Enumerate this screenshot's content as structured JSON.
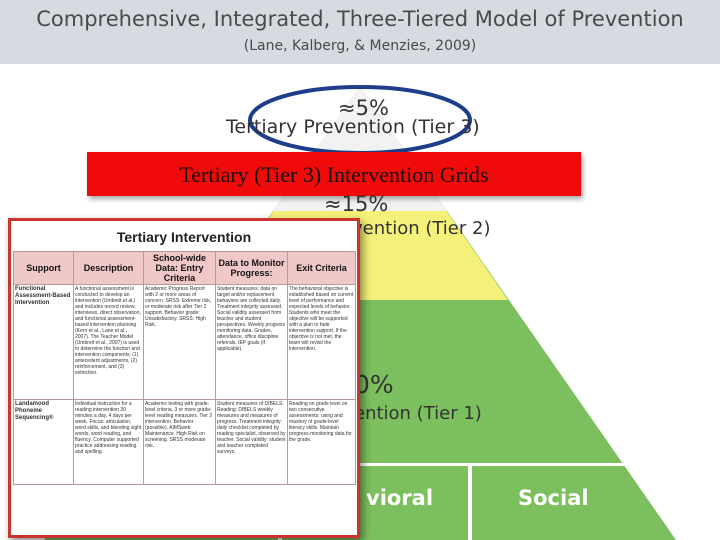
{
  "title": "Comprehensive, Integrated, Three-Tiered Model of Prevention",
  "subtitle": "(Lane, Kalberg, & Menzies, 2009)",
  "tiers": {
    "tier3": {
      "percent": "≈5%",
      "label": "Tertiary Prevention  (Tier 3)"
    },
    "tier2": {
      "percent": "≈15%",
      "label_fragment": "vention (Tier 2)"
    },
    "tier1": {
      "percent_fragment": "0%",
      "label_fragment": "ention (Tier 1)"
    }
  },
  "banner": "Tertiary (Tier 3) Intervention Grids",
  "bottom_labels": {
    "behavioral_fragment": "vioral",
    "social": "Social"
  },
  "colors": {
    "tier3": "#f2f2f2",
    "tier2": "#f4f17a",
    "tier1": "#7cbf5e",
    "banner": "#f00a0a",
    "oval": "#1e3e8c"
  },
  "card": {
    "title": "Tertiary Intervention",
    "columns": [
      "Support",
      "Description",
      "School-wide Data: Entry Criteria",
      "Data to Monitor Progress:",
      "Exit Criteria"
    ],
    "rows": [
      {
        "support": "Functional Assessment-Based Intervention",
        "description": "A functional assessment is conducted to develop an intervention (Umbreit et al.) and includes record review, interviews, direct observation, and functional assessment-based intervention planning (Kern et al., Lane et al., 2007). The Teacher Model (Umbreit et al., 2007) is used to determine the function and intervention components: (1) antecedent adjustments, (2) reinforcement, and (3) extinction.",
        "entry": "Academic Progress Report with 2 or more areas of concern. SRSS: Extreme risk, or moderate risk after Tier 2 support. Behavior grade: Unsatisfactory. SRSS: High Risk.",
        "monitor": "Student measures: data on target and/or replacement behaviors are collected daily. Treatment integrity assessed. Social validity assessed from teacher and student perspectives. Weekly progress monitoring data. Grades, attendance, office discipline referrals. IEP goals (if applicable).",
        "exit": "The behavioral objective is established based on current level of performance and expected levels of behavior. Students who meet the objective will be supported with a plan to fade intervention support. If the objective is not met, the team will revisit the intervention."
      },
      {
        "support": "Landamood Phoneme Sequencing®",
        "description": "Individual instruction for a reading intervention 30 minutes a day, 4 days per week. Focus: articulation, word skills, and blending sight words, word reading, and fluency. Computer supported practice addressing reading and spelling.",
        "entry": "Academic testing with grade-level criteria. 3 or more grade-level reading measures. Tier 2 intervention. Behavior (possible). AIMSweb Maintenance. High Risk on screening. SRSS moderate risk.",
        "monitor": "Student measures of DIBELS: Reading: DIBELS weekly measures and measures of progress. Treatment integrity: daily checklist completed by reading specialist, observed by teacher. Social validity: student and teacher completed surveys.",
        "exit": "Reading on grade level on two consecutive assessments; using and mastery of grade-level literacy skills. Maintain progress-monitoring data for the grade."
      }
    ]
  }
}
